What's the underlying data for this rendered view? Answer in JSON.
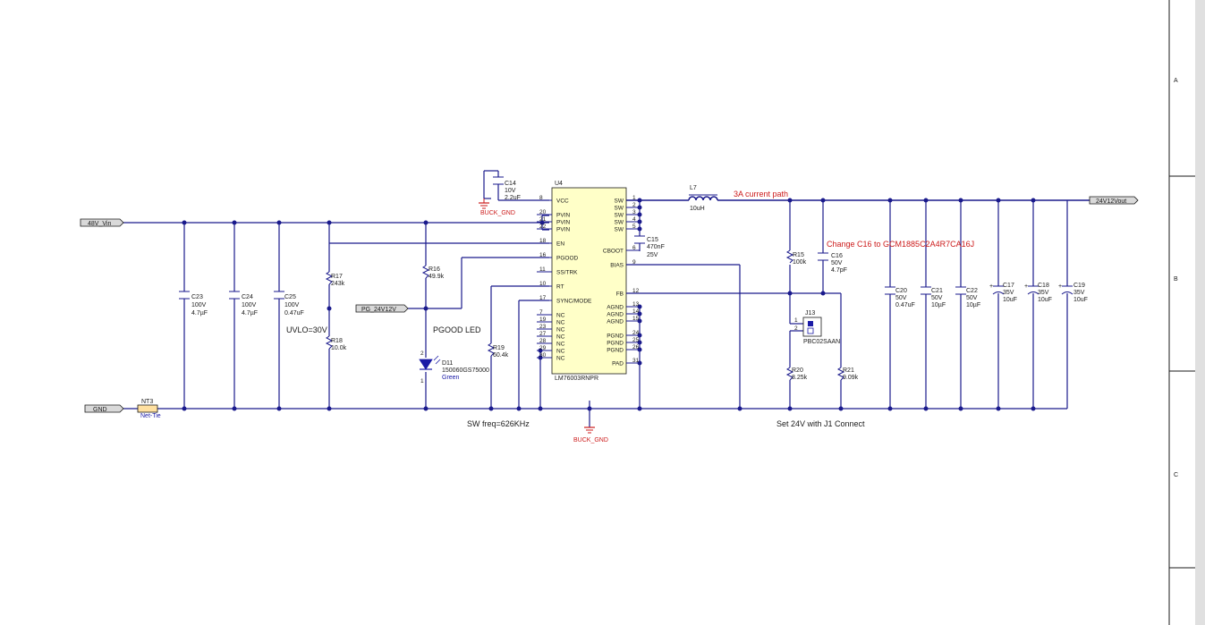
{
  "colors": {
    "wire": "#1a1a8c",
    "ic_body": "#ffffc8",
    "annotation_red": "#cc1a1a",
    "port_fill": "#d9d9d9",
    "border_gray": "#e0e0e0",
    "led_blue": "#1a1aa6"
  },
  "nets": {
    "vin": "48V_Vin",
    "gnd": "GND",
    "vout": "24V12Vout",
    "pg": "PG_24V12V"
  },
  "grounds": {
    "top": "BUCK_GND",
    "bottom": "BUCK_GND"
  },
  "ic": {
    "ref": "U4",
    "part": "LM76003RNPR",
    "left_pins": [
      {
        "num": "8",
        "name": "VCC"
      },
      {
        "num": "20",
        "name": "PVIN"
      },
      {
        "num": "21",
        "name": "PVIN"
      },
      {
        "num": "22",
        "name": "PVIN"
      },
      {
        "num": "18",
        "name": "EN"
      },
      {
        "num": "16",
        "name": "PGOOD"
      },
      {
        "num": "11",
        "name": "SS/TRK"
      },
      {
        "num": "10",
        "name": "RT"
      },
      {
        "num": "17",
        "name": "SYNC/MODE"
      },
      {
        "num": "7",
        "name": "NC"
      },
      {
        "num": "19",
        "name": "NC"
      },
      {
        "num": "23",
        "name": "NC"
      },
      {
        "num": "27",
        "name": "NC"
      },
      {
        "num": "28",
        "name": "NC"
      },
      {
        "num": "29",
        "name": "NC"
      },
      {
        "num": "30",
        "name": "NC"
      }
    ],
    "right_pins": [
      {
        "num": "1",
        "name": "SW"
      },
      {
        "num": "2",
        "name": "SW"
      },
      {
        "num": "3",
        "name": "SW"
      },
      {
        "num": "4",
        "name": "SW"
      },
      {
        "num": "5",
        "name": "SW"
      },
      {
        "num": "6",
        "name": "CBOOT"
      },
      {
        "num": "9",
        "name": "BIAS"
      },
      {
        "num": "12",
        "name": "FB"
      },
      {
        "num": "13",
        "name": "AGND"
      },
      {
        "num": "14",
        "name": "AGND"
      },
      {
        "num": "15",
        "name": "AGND"
      },
      {
        "num": "24",
        "name": "PGND"
      },
      {
        "num": "25",
        "name": "PGND"
      },
      {
        "num": "26",
        "name": "PGND"
      },
      {
        "num": "31",
        "name": "PAD"
      }
    ]
  },
  "components": {
    "c14": {
      "ref": "C14",
      "v1": "10V",
      "v2": "2.2uF"
    },
    "c15": {
      "ref": "C15",
      "v1": "470nF",
      "v2": "25V"
    },
    "c16": {
      "ref": "C16",
      "v1": "50V",
      "v2": "4.7pF"
    },
    "c23": {
      "ref": "C23",
      "v1": "100V",
      "v2": "4.7µF"
    },
    "c24": {
      "ref": "C24",
      "v1": "100V",
      "v2": "4.7µF"
    },
    "c25": {
      "ref": "C25",
      "v1": "100V",
      "v2": "0.47uF"
    },
    "c20": {
      "ref": "C20",
      "v1": "50V",
      "v2": "0.47uF"
    },
    "c21": {
      "ref": "C21",
      "v1": "50V",
      "v2": "10µF"
    },
    "c22": {
      "ref": "C22",
      "v1": "50V",
      "v2": "10µF"
    },
    "c17": {
      "ref": "C17",
      "v1": "35V",
      "v2": "10uF"
    },
    "c18": {
      "ref": "C18",
      "v1": "35V",
      "v2": "10uF"
    },
    "c19": {
      "ref": "C19",
      "v1": "35V",
      "v2": "10uF"
    },
    "r15": {
      "ref": "R15",
      "v1": "100k"
    },
    "r16": {
      "ref": "R16",
      "v1": "49.9k"
    },
    "r17": {
      "ref": "R17",
      "v1": "243k"
    },
    "r18": {
      "ref": "R18",
      "v1": "10.0k"
    },
    "r19": {
      "ref": "R19",
      "v1": "60.4k"
    },
    "r20": {
      "ref": "R20",
      "v1": "8.25k"
    },
    "r21": {
      "ref": "R21",
      "v1": "9.09k"
    },
    "l7": {
      "ref": "L7",
      "v1": "10uH"
    },
    "d11": {
      "ref": "D11",
      "v1": "150060GS75000",
      "v2": "Green",
      "pin_a": "2",
      "pin_k": "1"
    },
    "j13": {
      "ref": "J13",
      "v1": "PBC02SAAN",
      "pin1": "1",
      "pin2": "2"
    },
    "nt3": {
      "ref": "NT3",
      "v1": "Net-Tie"
    }
  },
  "annotations": {
    "uvlo": "UVLO=30V",
    "pgood_led": "PGOOD LED",
    "sw_freq": "SW freq=626KHz",
    "current_path": "3A current path",
    "change_note": "Change C16 to GCM1885C2A4R7CA16J",
    "set_note": "Set 24V with J1 Connect"
  },
  "zones": [
    "A",
    "B",
    "C"
  ]
}
